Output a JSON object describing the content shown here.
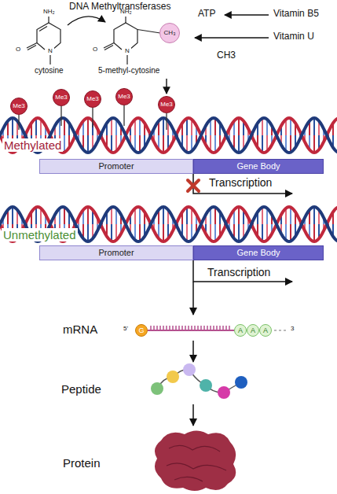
{
  "diagram": {
    "nodes": [
      {
        "text": [
          "CH₃"
        ]
      },
      {
        "text": [
          "Me3"
        ]
      },
      {
        "text": [
          "Me3"
        ]
      },
      {
        "text": [
          "Me3"
        ]
      },
      {
        "text": [
          "Me3"
        ]
      },
      {
        "text": [
          "Me3"
        ]
      },
      {
        "text": [
          "Promoter"
        ]
      },
      {
        "text": [
          "Gene Body"
        ]
      },
      {
        "text": [
          "Promoter"
        ]
      },
      {
        "text": [
          "Gene Body"
        ]
      },
      {
        "text": [
          "G"
        ]
      },
      {
        "text": [
          "A"
        ]
      },
      {
        "text": [
          "A"
        ]
      },
      {
        "text": [
          "A"
        ]
      }
    ],
    "labels": [
      "DNA Methyltransferases",
      "ATP",
      "Vitamin B5",
      "Vitamin U",
      "CH3",
      "NH₂",
      "O",
      "N",
      "cytosine",
      "NH₂",
      "O",
      "N",
      "5-methyl-cytosine",
      "Methylated",
      "Transcription",
      "Unmethylated",
      "Transcription",
      "mRNA",
      "5'",
      "3",
      "Peptide",
      "Protein"
    ]
  }
}
